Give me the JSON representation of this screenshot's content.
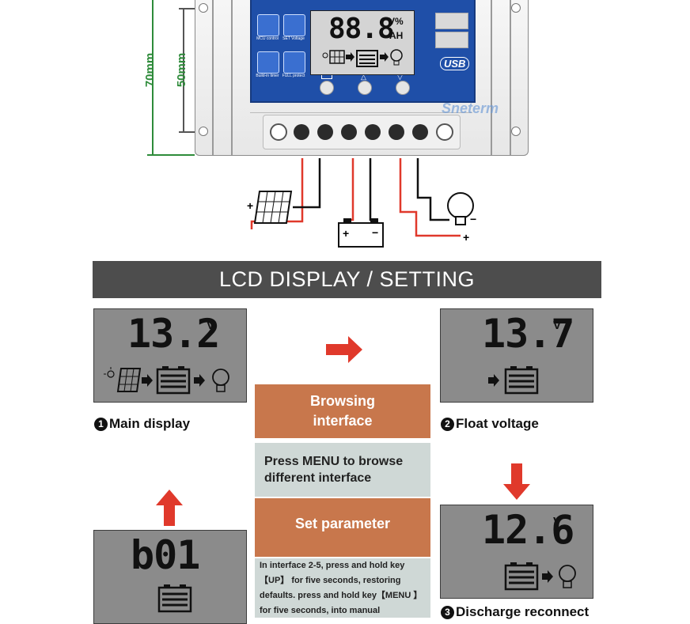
{
  "dimensions": {
    "height_70": "70mm",
    "height_50": "50mm"
  },
  "controller": {
    "lcd_digits": "88.8",
    "lcd_unit_top": "V%",
    "lcd_unit_bottom": "AH",
    "icon_labels": [
      "MCU control",
      "SET Voltage",
      "Build-in timer",
      "FULL protect"
    ],
    "usb_label": "USB",
    "watermark": "Sneterm"
  },
  "wiring": {
    "plus": "+",
    "minus": "−"
  },
  "header": {
    "title": "LCD DISPLAY / SETTING"
  },
  "screens": {
    "main": {
      "digits": "13.2",
      "unit": "V",
      "caption_num": "1",
      "caption": "Main display"
    },
    "float": {
      "digits": "13.7",
      "unit": "V",
      "caption_num": "2",
      "caption": "Float voltage"
    },
    "discharge": {
      "digits": "12.6",
      "unit": "V",
      "caption_num": "3",
      "caption": "Discharge reconnect"
    },
    "mode": {
      "digits": "b01"
    }
  },
  "menu": {
    "browsing_title": "Browsing interface",
    "browsing_desc": "Press MENU to browse different interface",
    "set_title": "Set parameter",
    "set_desc": "In interface 2-5, press and hold key 【UP】 for five seconds, restoring defaults. press and hold key【MENU 】 for five seconds, into manual"
  },
  "colors": {
    "accent_orange": "#c8774c",
    "arrow_red": "#e0392b",
    "panel_blue": "#1f4fa8",
    "header_grey": "#4d4d4d"
  }
}
